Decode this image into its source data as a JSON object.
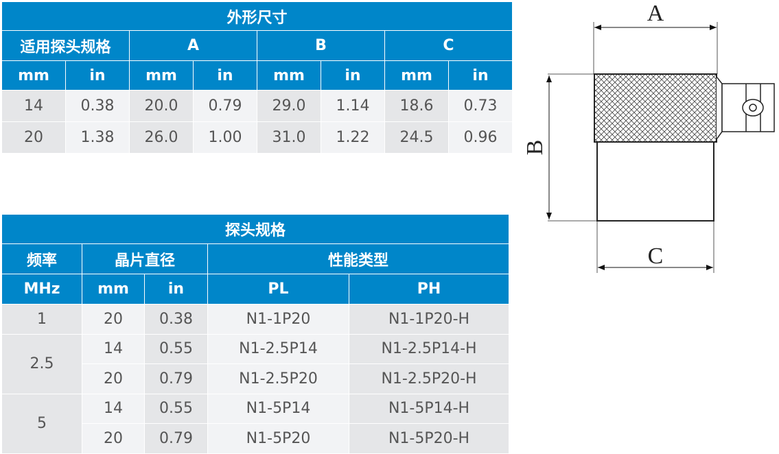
{
  "dimensions_table": {
    "title": "外形尺寸",
    "group_headers": [
      "适用探头规格",
      "A",
      "B",
      "C"
    ],
    "unit_headers": [
      "mm",
      "in",
      "mm",
      "in",
      "mm",
      "in",
      "mm",
      "in"
    ],
    "rows": [
      [
        "14",
        "0.38",
        "20.0",
        "0.79",
        "29.0",
        "1.14",
        "18.6",
        "0.73"
      ],
      [
        "20",
        "1.38",
        "26.0",
        "1.00",
        "31.0",
        "1.22",
        "24.5",
        "0.96"
      ]
    ]
  },
  "probe_table": {
    "title": "探头规格",
    "group_headers": [
      "频率",
      "晶片直径",
      "性能类型"
    ],
    "unit_headers": [
      "MHz",
      "mm",
      "in",
      "PL",
      "PH"
    ],
    "rows": [
      {
        "freq": "1",
        "mm": "20",
        "in": "0.38",
        "pl": "N1-1P20",
        "ph": "N1-1P20-H"
      },
      {
        "freq": "2.5",
        "mm": "14",
        "in": "0.55",
        "pl": "N1-2.5P14",
        "ph": "N1-2.5P14-H"
      },
      {
        "mm": "20",
        "in": "0.79",
        "pl": "N1-2.5P20",
        "ph": "N1-2.5P20-H"
      },
      {
        "freq": "5",
        "mm": "14",
        "in": "0.55",
        "pl": "N1-5P14",
        "ph": "N1-5P14-H"
      },
      {
        "mm": "20",
        "in": "0.79",
        "pl": "N1-5P20",
        "ph": "N1-5P20-H"
      }
    ]
  },
  "diagram": {
    "labels": {
      "a": "A",
      "b": "B",
      "c": "C"
    }
  },
  "colors": {
    "header": "#0086c9",
    "cell_dark": "#e5e6e8",
    "cell_light": "#f2f3f5"
  }
}
